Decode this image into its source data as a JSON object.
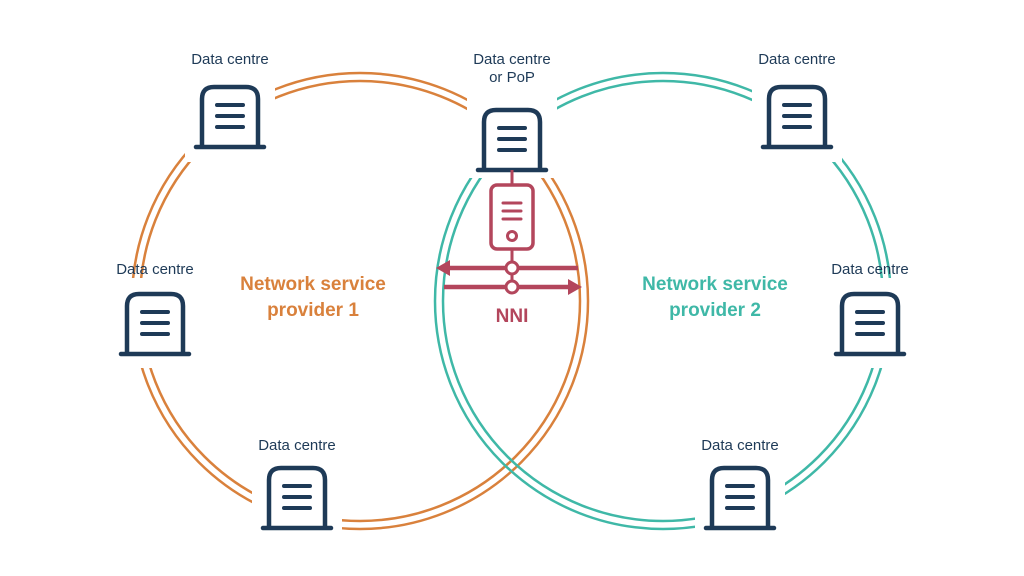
{
  "colors": {
    "provider1": "#d9813c",
    "provider2": "#3fb8a7",
    "server": "#1e3a57",
    "nni": "#b3465c"
  },
  "labels": {
    "dc_top_left": "Data centre",
    "dc_top_center_line1": "Data centre",
    "dc_top_center_line2": "or PoP",
    "dc_top_right": "Data centre",
    "dc_mid_left": "Data centre",
    "dc_mid_right": "Data centre",
    "dc_bottom_left": "Data centre",
    "dc_bottom_right": "Data centre"
  },
  "providers": {
    "p1_line1": "Network service",
    "p1_line2": "provider 1",
    "p2_line1": "Network service",
    "p2_line2": "provider 2"
  },
  "nni": {
    "label": "NNI"
  },
  "icons": {
    "server": "server-icon",
    "nni_device": "nni-device-icon"
  }
}
